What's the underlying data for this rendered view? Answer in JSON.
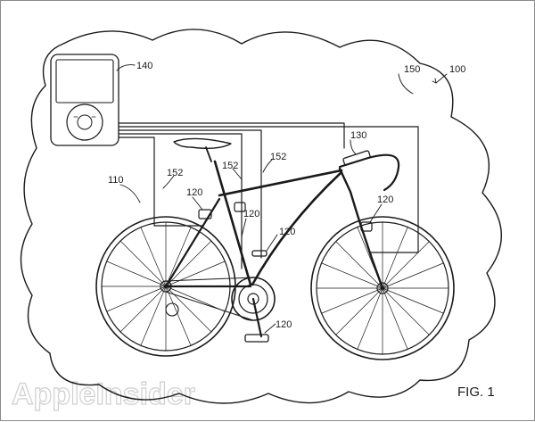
{
  "figure_label": "FIG. 1",
  "watermark": "AppleInsider",
  "reference_numerals": {
    "system": "100",
    "sensor_network": "110",
    "sensor_front_fork": "120",
    "sensor_rear_stay": "120",
    "sensor_seat_tube": "120",
    "sensor_down_tube": "120",
    "sensor_pedal": "120",
    "handlebar_unit": "130",
    "media_player": "140",
    "cloud_boundary": "150",
    "link_a": "152",
    "link_b": "152",
    "link_c": "152"
  },
  "colors": {
    "ink": "#1a1a1a",
    "background": "#ffffff",
    "frame": "#8a8a8a"
  }
}
